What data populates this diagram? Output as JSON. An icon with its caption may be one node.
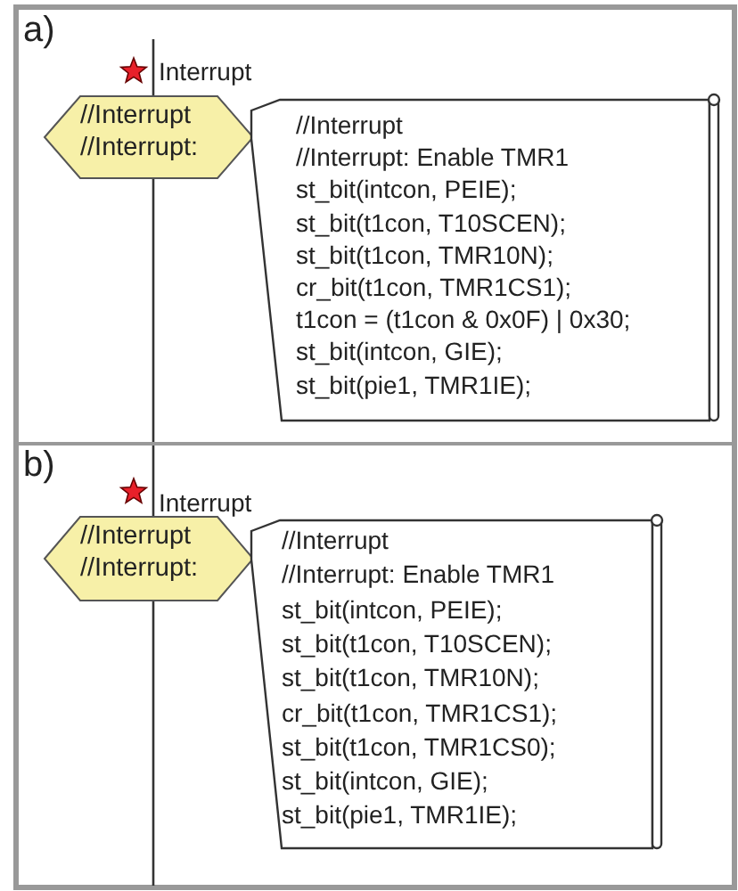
{
  "diagram": {
    "nodes": [
      {
        "text": [
          "//Interrupt",
          "//Interrupt:"
        ]
      },
      {
        "text": [
          "//Interrupt",
          "//Interrupt: Enable TMR1",
          "st_bit(intcon, PEIE);",
          "st_bit(t1con, T10SCEN);",
          "st_bit(t1con, TMR10N);",
          "cr_bit(t1con, TMR1CS1);",
          "t1con = (t1con & 0x0F) | 0x30;",
          "st_bit(intcon, GIE);",
          "st_bit(pie1, TMR1IE);"
        ]
      },
      {
        "text": [
          "//Interrupt",
          "//Interrupt:"
        ]
      },
      {
        "text": [
          "//Interrupt",
          "//Interrupt: Enable TMR1",
          "st_bit(intcon, PEIE);",
          "st_bit(t1con, T10SCEN);",
          "st_bit(t1con, TMR10N);",
          "cr_bit(t1con, TMR1CS1);",
          "st_bit(t1con, TMR1CS0);",
          "st_bit(intcon, GIE);",
          "st_bit(pie1, TMR1IE);"
        ]
      }
    ],
    "edges": [
      {
        "from": null,
        "to": 0,
        "arrow": "none"
      },
      {
        "from": 0,
        "to": null,
        "arrow": "none"
      },
      {
        "from": null,
        "to": 2,
        "arrow": "none"
      },
      {
        "from": 2,
        "to": null,
        "arrow": "none"
      }
    ],
    "labels": [
      "a)",
      "Interrupt",
      "b)",
      "Interrupt"
    ]
  }
}
